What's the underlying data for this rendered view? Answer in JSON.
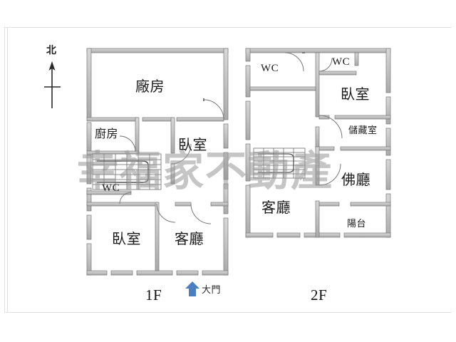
{
  "diagram": {
    "title": "2-floor residential floor plan",
    "watermark_text": "幸福家不動產",
    "compass": {
      "label": "北",
      "icon": "north-arrow-icon"
    },
    "entrance": {
      "label": "大門",
      "icon": "up-arrow-icon",
      "color": "#4a7fc1"
    },
    "floors": [
      {
        "id": "1F",
        "label": "1F",
        "rooms": [
          {
            "name": "廠房",
            "role": "factory-workshop",
            "size": "lg"
          },
          {
            "name": "廚房",
            "role": "kitchen",
            "size": "md"
          },
          {
            "name": "臥室",
            "role": "bedroom",
            "size": "lg"
          },
          {
            "name": "WC",
            "role": "bathroom",
            "size": "wc"
          },
          {
            "name": "臥室",
            "role": "bedroom",
            "size": "lg"
          },
          {
            "name": "客廳",
            "role": "living-room",
            "size": "lg"
          }
        ]
      },
      {
        "id": "2F",
        "label": "2F",
        "rooms": [
          {
            "name": "WC",
            "role": "bathroom",
            "size": "wc"
          },
          {
            "name": "WC",
            "role": "bathroom",
            "size": "wc"
          },
          {
            "name": "臥室",
            "role": "bedroom",
            "size": "lg"
          },
          {
            "name": "儲藏室",
            "role": "storage-room",
            "size": "sm"
          },
          {
            "name": "客廳",
            "role": "living-room",
            "size": "lg"
          },
          {
            "name": "佛廳",
            "role": "buddhist-hall",
            "size": "lg"
          },
          {
            "name": "陽台",
            "role": "balcony",
            "size": "md"
          }
        ]
      }
    ],
    "colors": {
      "wall_fill": "#c9c9c9",
      "wall_stroke": "#6e6e6e",
      "background": "#ffffff",
      "text": "#1a1a1a",
      "frame": "#e2e2e2"
    }
  }
}
